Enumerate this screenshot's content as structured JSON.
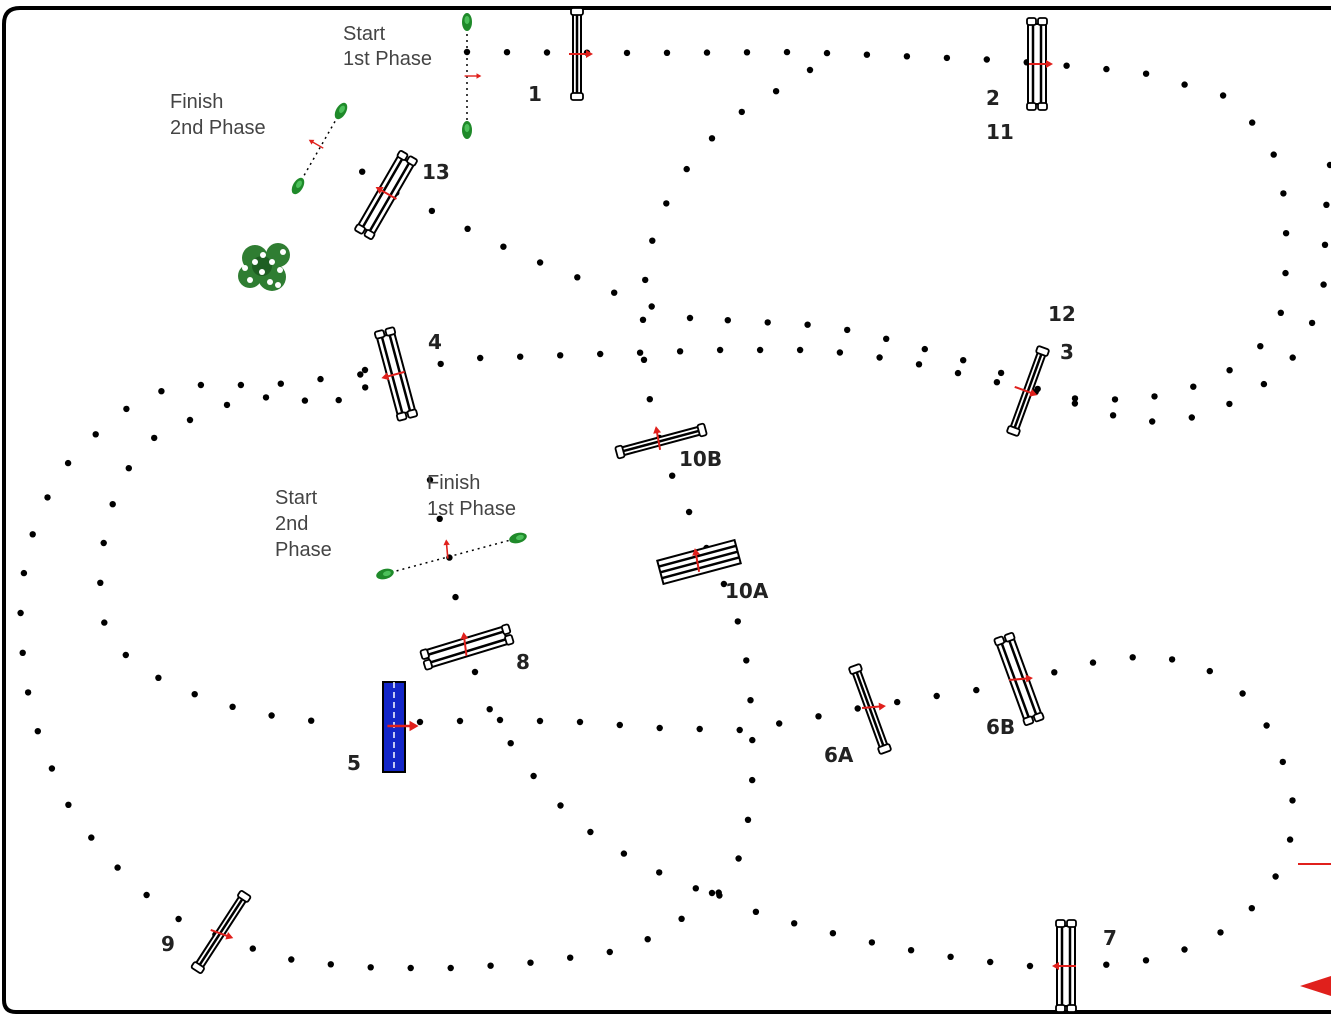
{
  "course": {
    "labels": {
      "start1": [
        "Start",
        "1st Phase"
      ],
      "finish2": [
        "Finish",
        "2nd Phase"
      ],
      "start2": [
        "Start",
        "2nd",
        "Phase"
      ],
      "finish1": [
        "Finish",
        "1st Phase"
      ]
    },
    "obstacles": {
      "n1": "1",
      "n2": "2",
      "n11": "11",
      "n13": "13",
      "n12": "12",
      "n3": "3",
      "n4": "4",
      "n10b": "10B",
      "n10a": "10A",
      "n8": "8",
      "n5": "5",
      "n6a": "6A",
      "n6b": "6B",
      "n9": "9",
      "n7": "7"
    },
    "colors": {
      "dots": "#000000",
      "arrows": "#e0201c",
      "markers": "#1f8a2a",
      "wall": "#1326c8",
      "border": "#000000"
    }
  }
}
